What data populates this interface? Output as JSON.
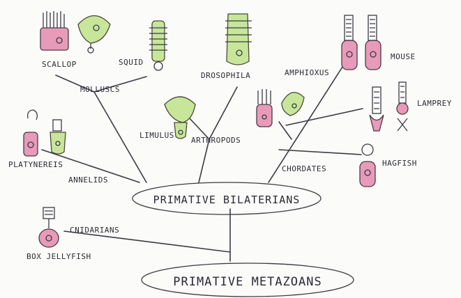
{
  "labels": {
    "scallop": "SCALLOP",
    "squid": "SQUID",
    "molluscs": "MOLLUSCS",
    "drosophila": "DROSOPHILA",
    "amphioxus": "AMPHIOXUS",
    "mouse": "MOUSE",
    "lamprey": "LAMPREY",
    "limulus": "LIMULUS",
    "arthropods": "ARTHROPODS",
    "platynereis": "PLATYNEREIS",
    "annelids": "ANNELIDS",
    "chordates": "CHORDATES",
    "hagfish": "HAGFISH",
    "cnidarians": "CNIDARIANS",
    "box_jellyfish": "BOX JELLYFISH"
  },
  "nodes": {
    "bilaterians": "PRIMATIVE BILATERIANS",
    "metazoans": "PRIMATIVE METAZOANS"
  },
  "colors": {
    "pink": "#e79bb8",
    "green": "#c7e69a",
    "ink": "#2a2a35"
  }
}
